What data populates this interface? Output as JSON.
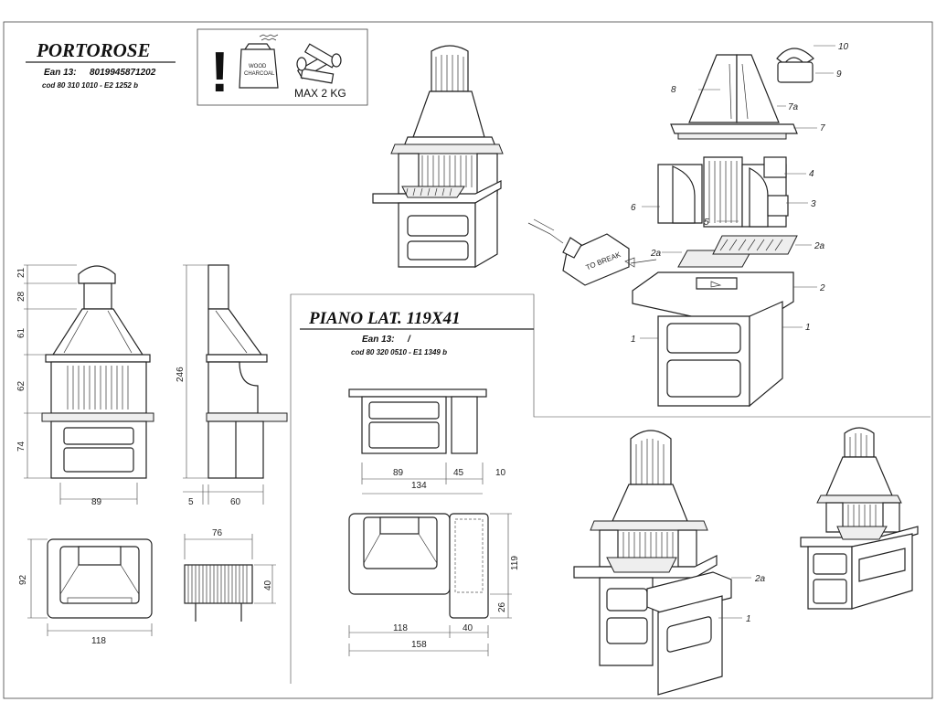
{
  "portorose": {
    "title": "PORTOROSE",
    "ean_label": "Ean 13:",
    "ean_value": "8019945871202",
    "code": "cod  80  310  1010  -  E2  1252  b"
  },
  "warning": {
    "mark": "!",
    "bag_text_1": "WOOD",
    "bag_text_2": "CHARCOAL",
    "max_text": "MAX 2 KG"
  },
  "piano": {
    "title": "PIANO  LAT. 119X41",
    "ean_label": "Ean 13:",
    "ean_value": "/",
    "code": "cod  80  320  0510  -  E1  1349  b"
  },
  "breaker": {
    "label": "TO BREAK"
  },
  "exploded_callouts": [
    "10",
    "9",
    "8",
    "7a",
    "7",
    "4",
    "6",
    "3",
    "5",
    "2a",
    "2a",
    "2",
    "1",
    "1"
  ],
  "portorose_dims": {
    "height_segments": [
      "21",
      "28",
      "61",
      "62",
      "74"
    ],
    "total_height": "246",
    "front_width": "89",
    "side_offset": "5",
    "side_depth": "60",
    "plan_depth": "92",
    "plan_width": "118",
    "grill_width": "76",
    "grill_depth": "40"
  },
  "piano_dims": {
    "front_a": "89",
    "front_b": "45",
    "front_c": "10",
    "front_total": "134",
    "plan_a": "118",
    "plan_b": "40",
    "plan_total": "158",
    "plan_depth": "119",
    "plan_side": "26"
  },
  "assembly_callouts": [
    "2a",
    "1"
  ]
}
